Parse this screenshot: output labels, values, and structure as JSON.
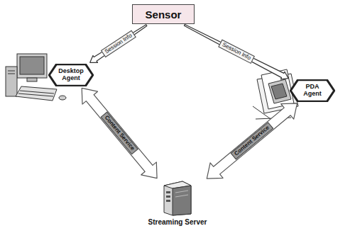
{
  "diagram": {
    "nodes": [
      {
        "text": [
          "Sensor"
        ]
      },
      {
        "text": [
          "Desktop Agent"
        ]
      },
      {
        "text": [
          "PDA Agent"
        ]
      },
      {
        "text": [
          "Streaming Server"
        ]
      }
    ],
    "edges": [
      {
        "from": 0,
        "to": 1,
        "label": "Session Info",
        "arrow": "to"
      },
      {
        "from": 0,
        "to": 2,
        "label": "Session Info",
        "arrow": "to"
      },
      {
        "from": 1,
        "to": 3,
        "label": "Content Service",
        "arrow": "both"
      },
      {
        "from": 2,
        "to": 3,
        "label": "Content Service",
        "arrow": "both"
      }
    ]
  }
}
